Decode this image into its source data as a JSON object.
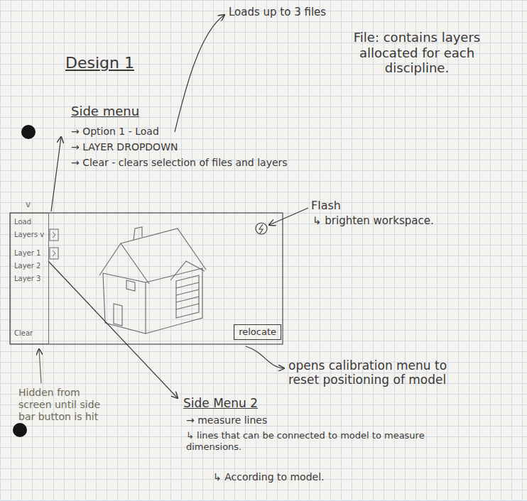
{
  "diagram": {
    "title": "Design 1",
    "nodes": [
      {
        "text": [
          "Load",
          "Layers v",
          "Layer 1",
          "Layer 2",
          "Layer 3",
          "Clear"
        ]
      },
      {
        "text": [
          "relocate"
        ]
      }
    ],
    "labels": [
      "Loads up to 3 files",
      "File: contains layers allocated for each discipline.",
      "Side menu",
      "→ Option 1 - Load",
      "→ LAYER DROPDOWN",
      "→ Clear - clears selection of files and layers",
      "v",
      "Flash",
      "↳ brighten workspace.",
      "opens calibration menu to reset positioning of model",
      "Hidden from screen until side bar button is hit",
      "Side Menu 2",
      "→ measure lines",
      "↳ lines that can be connected to model to measure dimensions.",
      "↳ According to model."
    ]
  }
}
